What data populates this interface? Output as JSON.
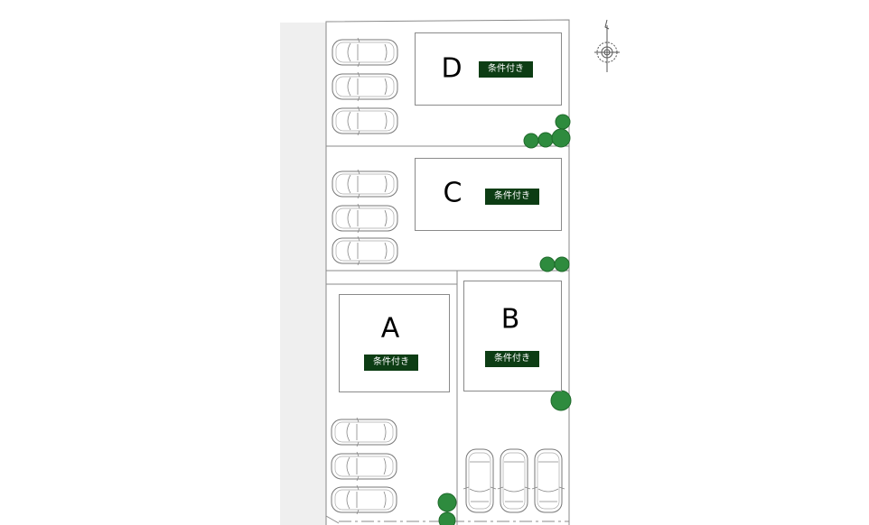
{
  "lots": [
    {
      "id": "D",
      "status": "条件付き"
    },
    {
      "id": "C",
      "status": "条件付き"
    },
    {
      "id": "A",
      "status": "条件付き"
    },
    {
      "id": "B",
      "status": "条件付き"
    }
  ],
  "colors": {
    "badge": "#0d3d14",
    "tree": "#2e8b3e",
    "road": "#efefef",
    "line": "#8a8a8a"
  },
  "icons": [
    "compass-icon",
    "car-icon",
    "tree-icon"
  ]
}
